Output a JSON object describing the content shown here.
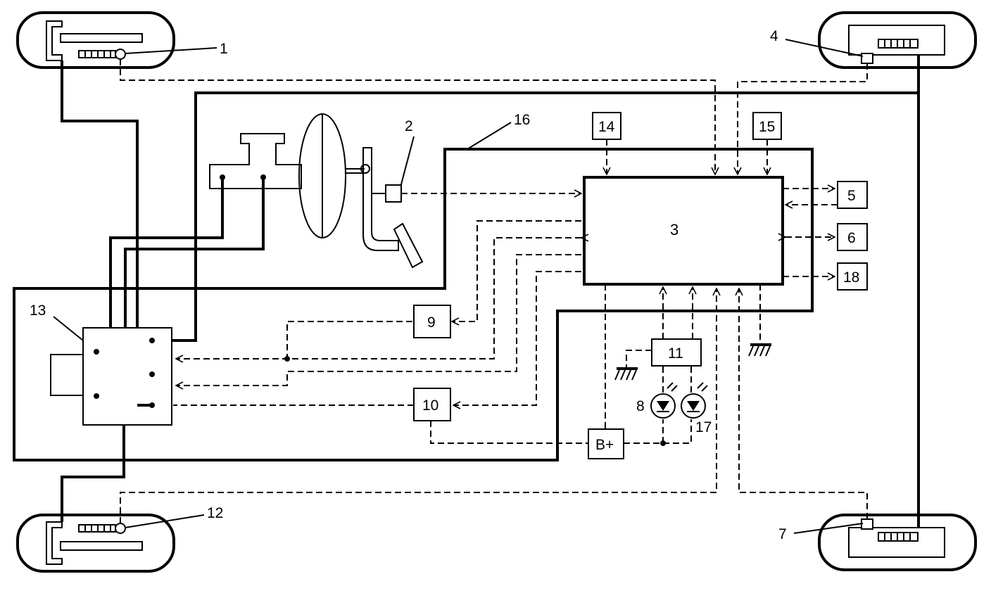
{
  "diagram": {
    "labels": {
      "n1": "1",
      "n2": "2",
      "n3": "3",
      "n4": "4",
      "n5": "5",
      "n6": "6",
      "n7": "7",
      "n8": "8",
      "n9": "9",
      "n10": "10",
      "n11": "11",
      "n12": "12",
      "n13": "13",
      "n14": "14",
      "n15": "15",
      "n16": "16",
      "n17": "17",
      "n18": "18",
      "bplus": "B+"
    },
    "colors": {
      "line": "#000000",
      "background": "#ffffff"
    }
  }
}
